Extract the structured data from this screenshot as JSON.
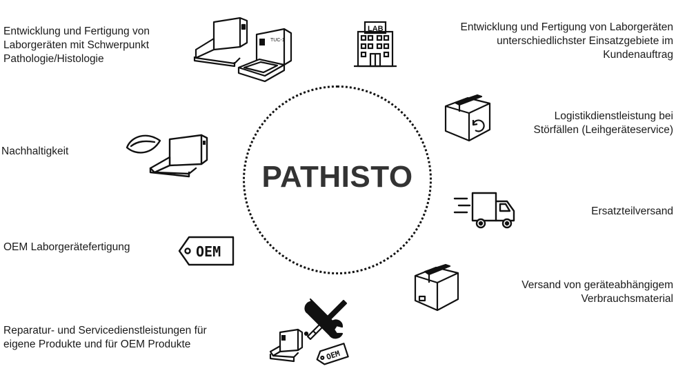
{
  "center": {
    "title": "PATHISTO"
  },
  "items": {
    "entwicklung_pathologie": [
      "Entwicklung und Fertigung von",
      "Laborgeräten mit Schwerpunkt",
      "Pathologie/Histologie"
    ],
    "entwicklung_kunden": [
      "Entwicklung und Fertigung von Laborgeräten",
      "unterschiedlichster Einsatzgebiete im",
      "Kundenauftrag"
    ],
    "logistik": [
      "Logistikdienstleistung bei",
      "Störfällen (Leihgeräteservice)"
    ],
    "nachhaltigkeit": [
      "Nachhaltigkeit"
    ],
    "ersatzteil": [
      "Ersatzteilversand"
    ],
    "oem": [
      "OEM Laborgerätefertigung"
    ],
    "versand": [
      "Versand von geräteabhängigem",
      "Verbrauchsmaterial"
    ],
    "reparatur": [
      "Reparatur- und Servicedienstleistungen für",
      "eigene Produkte und für OEM Produkte"
    ]
  },
  "icon_texts": {
    "device_label": "TUC-1",
    "building_label": "LAB",
    "oem_tag": "OEM",
    "oem_tag_small": "OEM"
  },
  "icons": [
    "lab-device-icon",
    "lab-building-icon",
    "box-refresh-icon",
    "leaf-device-icon",
    "delivery-truck-icon",
    "oem-tag-icon",
    "package-box-icon",
    "tools-icon"
  ]
}
